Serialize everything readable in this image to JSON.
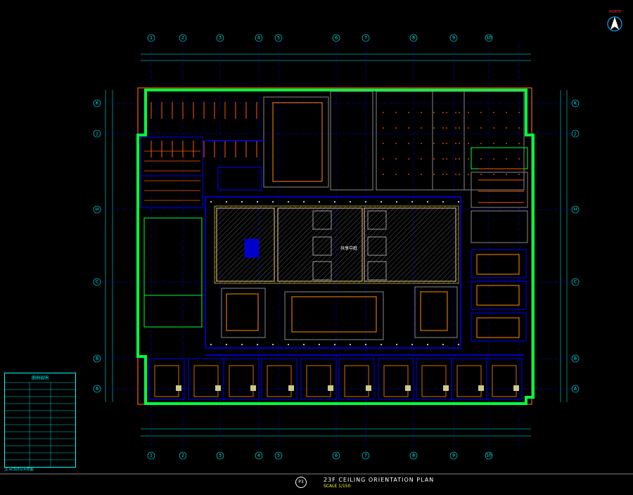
{
  "drawing": {
    "title": "23F CEILING ORIENTATION PLAN",
    "subtitle": "SCALE 1/150",
    "sheet_number": "P3",
    "north_label": "NORTH",
    "center_label": "共享中庭"
  },
  "grid_top": [
    "1",
    "2",
    "3",
    "4",
    "5",
    "6",
    "7",
    "8",
    "9",
    "10"
  ],
  "grid_bottom": [
    "1",
    "2",
    "3",
    "4",
    "5",
    "6",
    "7",
    "8",
    "9",
    "10"
  ],
  "grid_left": [
    "K",
    "J",
    "H",
    "C",
    "B",
    "A"
  ],
  "grid_right": [
    "K",
    "J",
    "H",
    "C",
    "B",
    "A"
  ],
  "legend": {
    "title": "图例说明",
    "footer": "注:吊顶详见大样图"
  },
  "colors": {
    "wall": "#00ff3c",
    "grid": "#0000ff",
    "grid_text": "#00ffff",
    "light": "#ff5a00",
    "dim": "#ffffff",
    "accent": "#ffff00"
  }
}
